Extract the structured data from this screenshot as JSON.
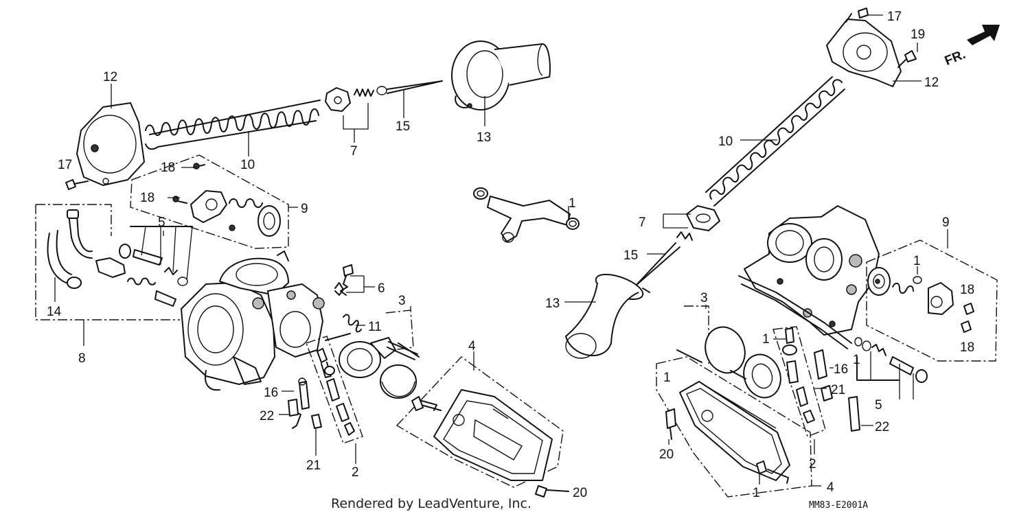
{
  "diagram": {
    "callouts": [
      {
        "id": "c12-left",
        "text": "12"
      },
      {
        "id": "c10-left",
        "text": "10"
      },
      {
        "id": "c7-left",
        "text": "7"
      },
      {
        "id": "c15-left",
        "text": "15"
      },
      {
        "id": "c13-left",
        "text": "13"
      },
      {
        "id": "c17-left",
        "text": "17"
      },
      {
        "id": "c18-left-a",
        "text": "18"
      },
      {
        "id": "c18-left-b",
        "text": "18"
      },
      {
        "id": "c9-left",
        "text": "9"
      },
      {
        "id": "c5-left",
        "text": "5"
      },
      {
        "id": "c14-left",
        "text": "14"
      },
      {
        "id": "c8-left",
        "text": "8"
      },
      {
        "id": "c6-left",
        "text": "6"
      },
      {
        "id": "c3-left",
        "text": "3"
      },
      {
        "id": "c11-left",
        "text": "11"
      },
      {
        "id": "c4-left",
        "text": "4"
      },
      {
        "id": "c16-left",
        "text": "16"
      },
      {
        "id": "c22-left",
        "text": "22"
      },
      {
        "id": "c21-left",
        "text": "21"
      },
      {
        "id": "c2-left",
        "text": "2"
      },
      {
        "id": "c20-left",
        "text": "20"
      },
      {
        "id": "c1-center",
        "text": "1"
      },
      {
        "id": "c17-right",
        "text": "17"
      },
      {
        "id": "c19-right",
        "text": "19"
      },
      {
        "id": "c12-right",
        "text": "12"
      },
      {
        "id": "c10-right",
        "text": "10"
      },
      {
        "id": "c7-right",
        "text": "7"
      },
      {
        "id": "c15-right",
        "text": "15"
      },
      {
        "id": "c13-right",
        "text": "13"
      },
      {
        "id": "c9-right",
        "text": "9"
      },
      {
        "id": "c1-right-a",
        "text": "1"
      },
      {
        "id": "c18-right-a",
        "text": "18"
      },
      {
        "id": "c18-right-b",
        "text": "18"
      },
      {
        "id": "c3-right",
        "text": "3"
      },
      {
        "id": "c1-right-b",
        "text": "1"
      },
      {
        "id": "c1-right-c",
        "text": "1"
      },
      {
        "id": "c16-right",
        "text": "16"
      },
      {
        "id": "c1-right-d",
        "text": "1"
      },
      {
        "id": "c21-right",
        "text": "21"
      },
      {
        "id": "c5-right",
        "text": "5"
      },
      {
        "id": "c22-right",
        "text": "22"
      },
      {
        "id": "c20-right",
        "text": "20"
      },
      {
        "id": "c2-right",
        "text": "2"
      },
      {
        "id": "c4-right",
        "text": "4"
      },
      {
        "id": "c1-right-e",
        "text": "1"
      }
    ],
    "direction_label": "FR.",
    "footer": "Rendered by LeadVenture, Inc.",
    "diagram_code": "MM83-E2001A"
  }
}
